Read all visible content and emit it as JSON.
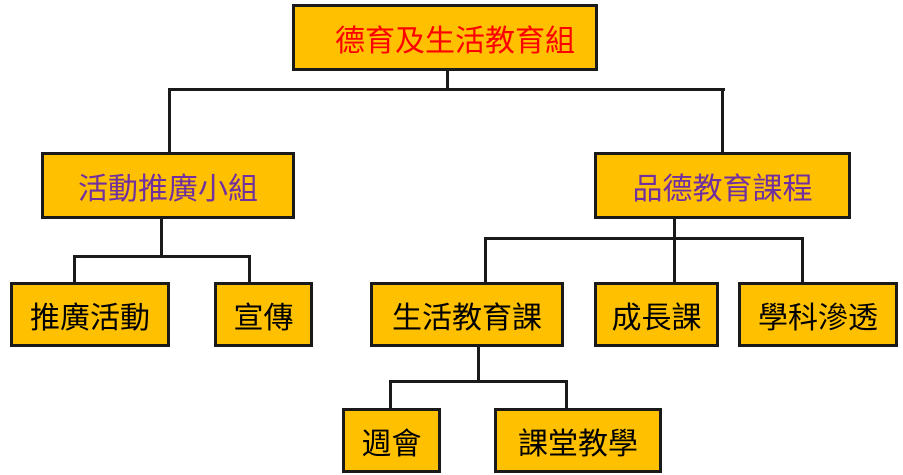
{
  "colors": {
    "fill": "#FFC000",
    "root_text": "#FF0000",
    "level1_text": "#7030A0",
    "leaf_text": "#000000"
  },
  "root": {
    "label": "德育及生活教育組"
  },
  "branches": [
    {
      "label": "活動推廣小組",
      "children": [
        {
          "label": "推廣活動"
        },
        {
          "label": "宣傳"
        }
      ]
    },
    {
      "label": "品德教育課程",
      "children": [
        {
          "label": "生活教育課",
          "children": [
            {
              "label": "週會"
            },
            {
              "label": "課堂教學"
            }
          ]
        },
        {
          "label": "成長課"
        },
        {
          "label": "學科滲透"
        }
      ]
    }
  ]
}
